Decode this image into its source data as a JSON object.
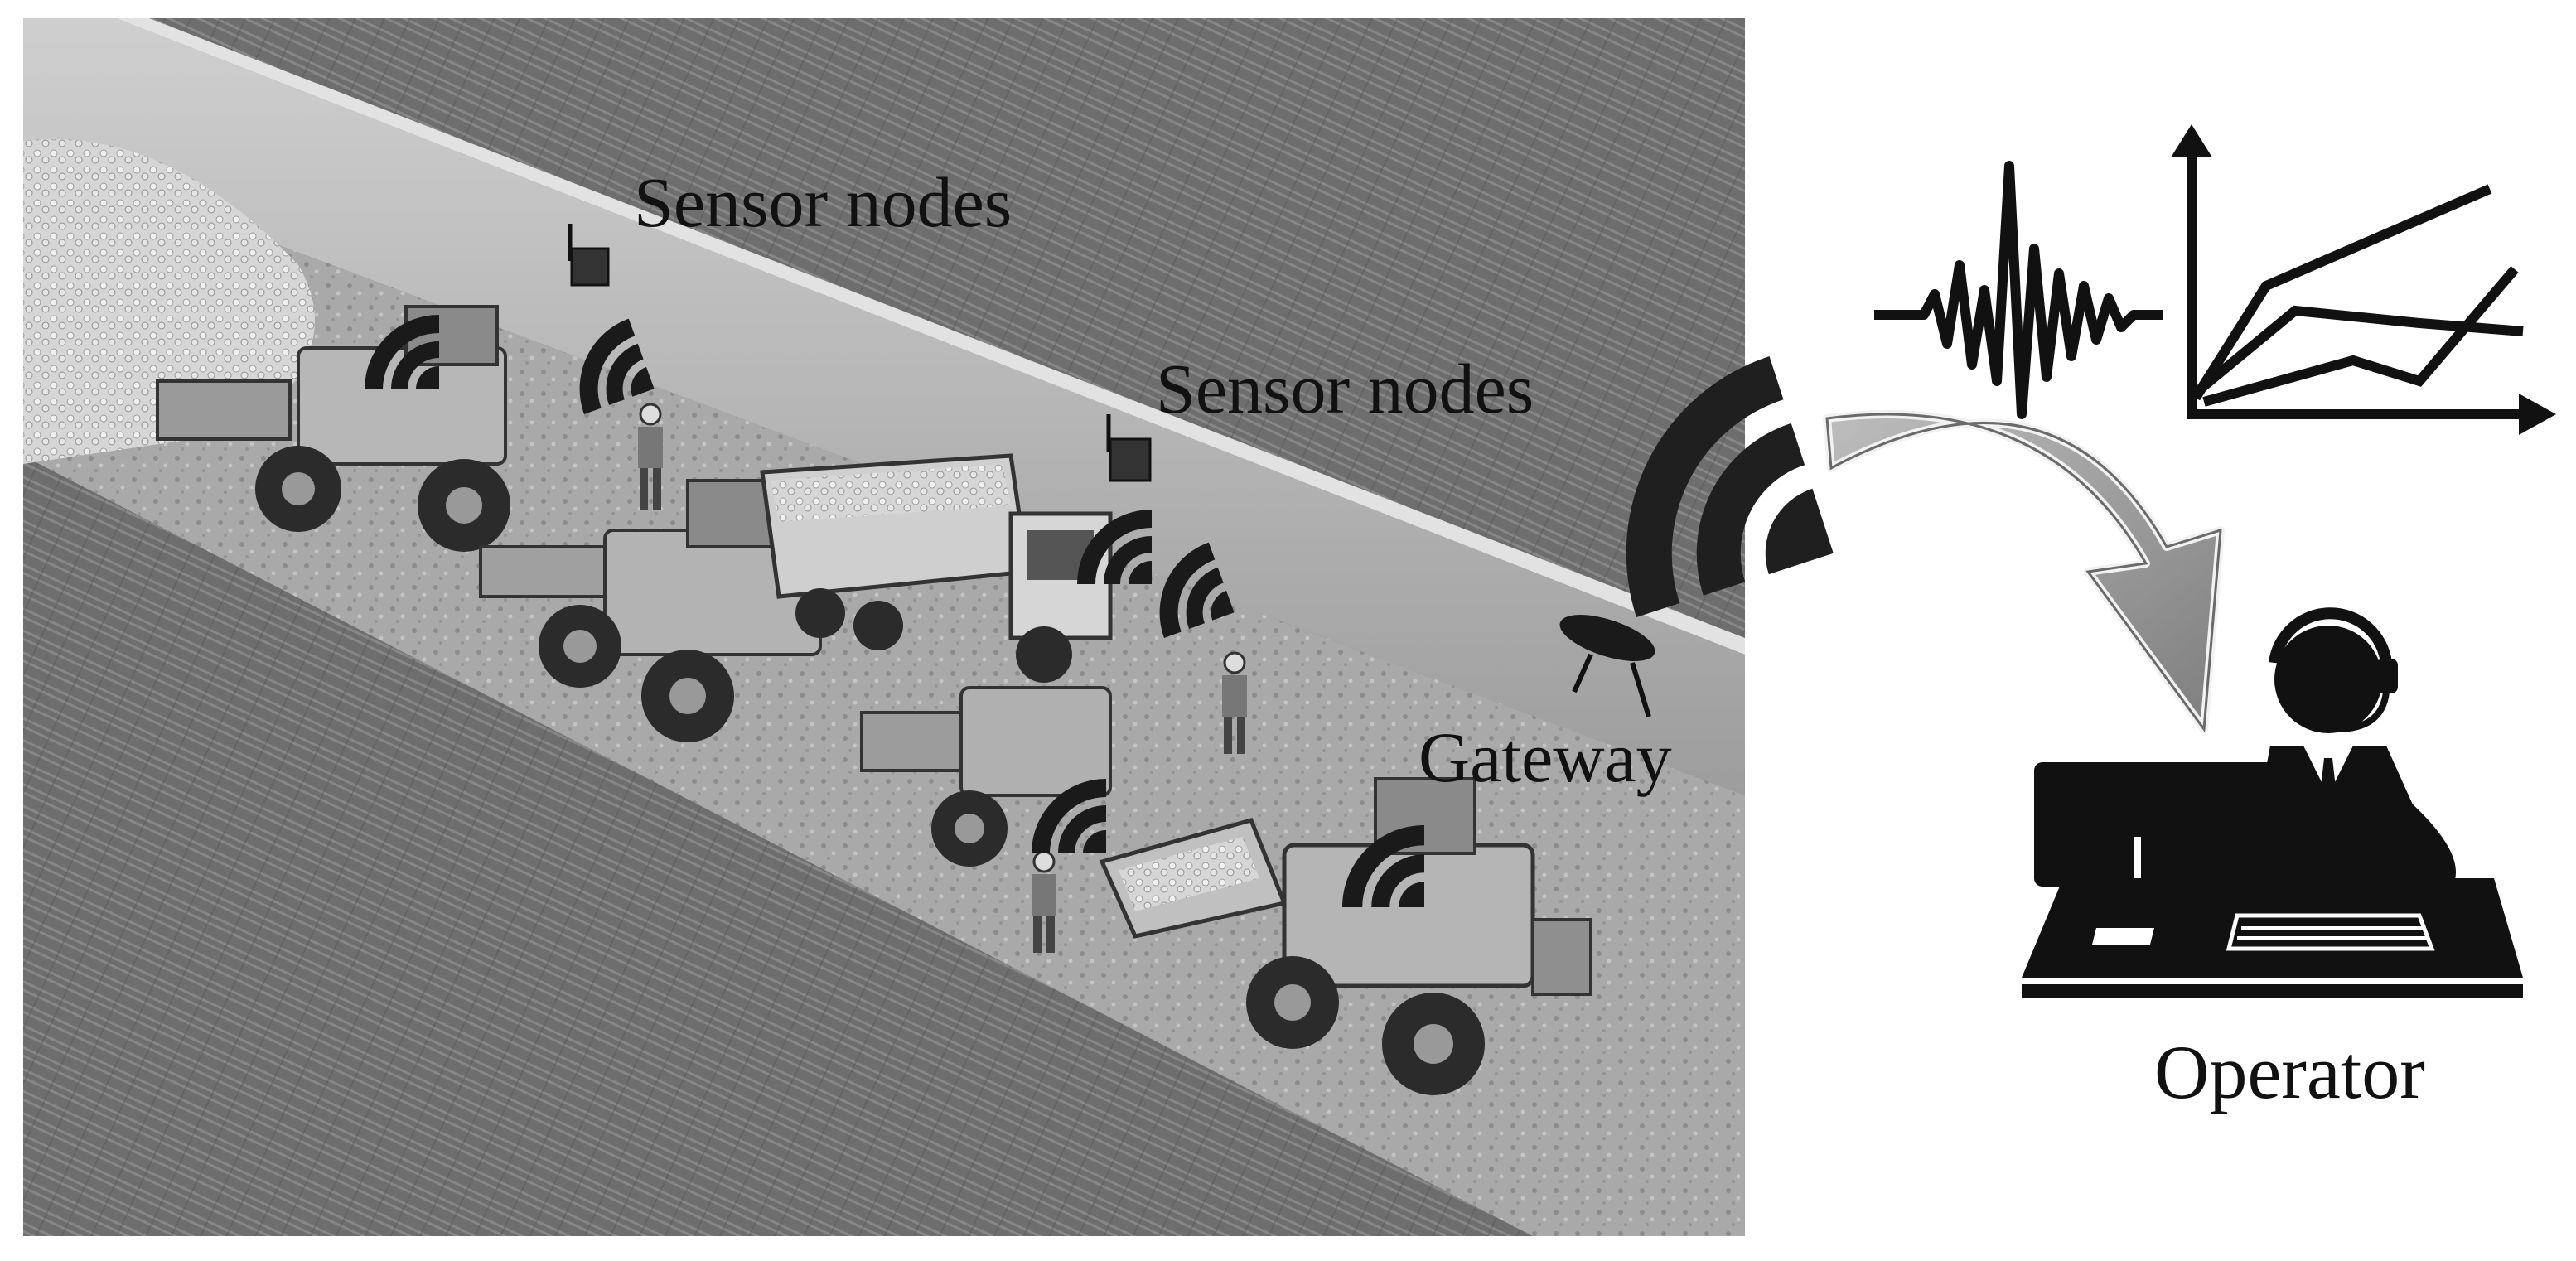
{
  "labels": {
    "sensor_nodes_upper": "Sensor nodes",
    "sensor_nodes_lower": "Sensor nodes",
    "gateway": "Gateway",
    "operator": "Operator"
  },
  "icons": {
    "wireless": "wifi-signal-icon",
    "sensor": "sensor-node-icon",
    "gateway": "gateway-device-icon",
    "data": "data-chart-icon",
    "waveform": "waveform-icon",
    "operator": "operator-headset-icon",
    "arrow": "transmission-arrow-icon"
  },
  "colors": {
    "rock": "#6f6f6f",
    "wall": "#b9b9b9",
    "floor": "#a6a6a6",
    "icon": "#111111",
    "arrow_fill": "#9a9a9a",
    "arrow_edge": "#ececec"
  }
}
